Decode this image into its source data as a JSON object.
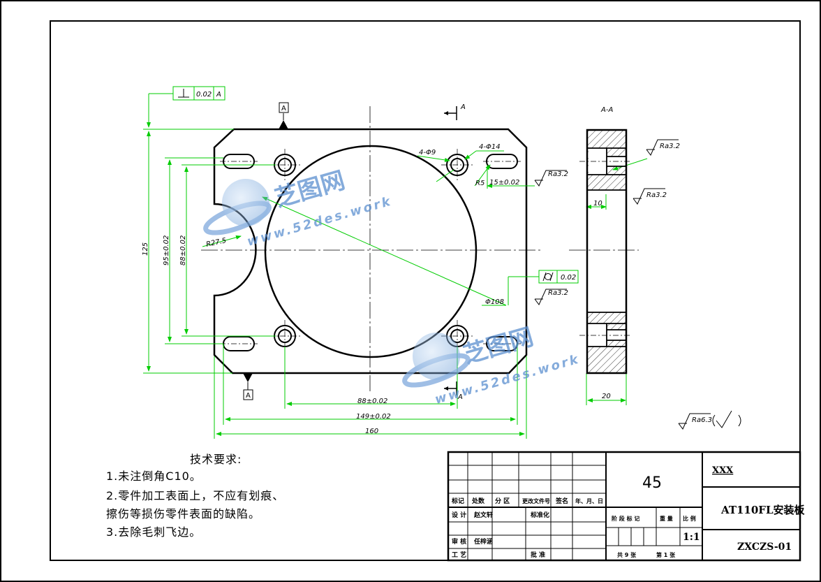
{
  "dimensions": {
    "total_height": "125",
    "hole_spacing_v1": "95±0.02",
    "hole_spacing_v2": "88±0.02",
    "hole_spacing_h1": "88±0.02",
    "slot_spacing_h": "149±0.02",
    "total_width": "160",
    "arc_radius": "R27.5",
    "bore_dia": "Φ108",
    "slot_radius": "R5",
    "slot_offset": "15±0.02",
    "holes_small": "4-Φ9",
    "holes_large": "4-Φ14",
    "section_depth": "10",
    "section_thickness": "20"
  },
  "tolerances": {
    "perp_value": "0.02",
    "perp_datum": "A",
    "cyl_value": "0.02"
  },
  "roughness": {
    "ra32": "Ra3.2",
    "general": "Ra6.3"
  },
  "labels": {
    "datum_a": "A",
    "section_mark": "A",
    "section_view": "A-A"
  },
  "watermark": {
    "brand": "芝图网",
    "url": "www.52des.work"
  },
  "requirements": {
    "title": "技术要求:",
    "items": [
      "1.未注倒角C10。",
      "2.零件加工表面上，不应有划痕、",
      "擦伤等损伤零件表面的缺陷。",
      "3.去除毛刺飞边。"
    ]
  },
  "title_block": {
    "material": "45",
    "company": "XXX",
    "part_name": "AT110FL安装板",
    "drawing_no": "ZXCZS-01",
    "scale": "1:1",
    "sheets": "共 9 张",
    "sheet_no": "第 1 张",
    "labels": {
      "mark": "标记",
      "count": "处数",
      "zone": "分  区",
      "change_doc": "更改文件号",
      "sign": "签名",
      "date": "年、月、日",
      "design": "设  计",
      "designer": "赵文轩",
      "standardize": "标准化",
      "stage": "阶 段 标 记",
      "weight": "重 量",
      "scale_label": "比 例",
      "review": "审  核",
      "reviewer": "任梓涵",
      "process": "工  艺",
      "approve": "批  准"
    }
  }
}
